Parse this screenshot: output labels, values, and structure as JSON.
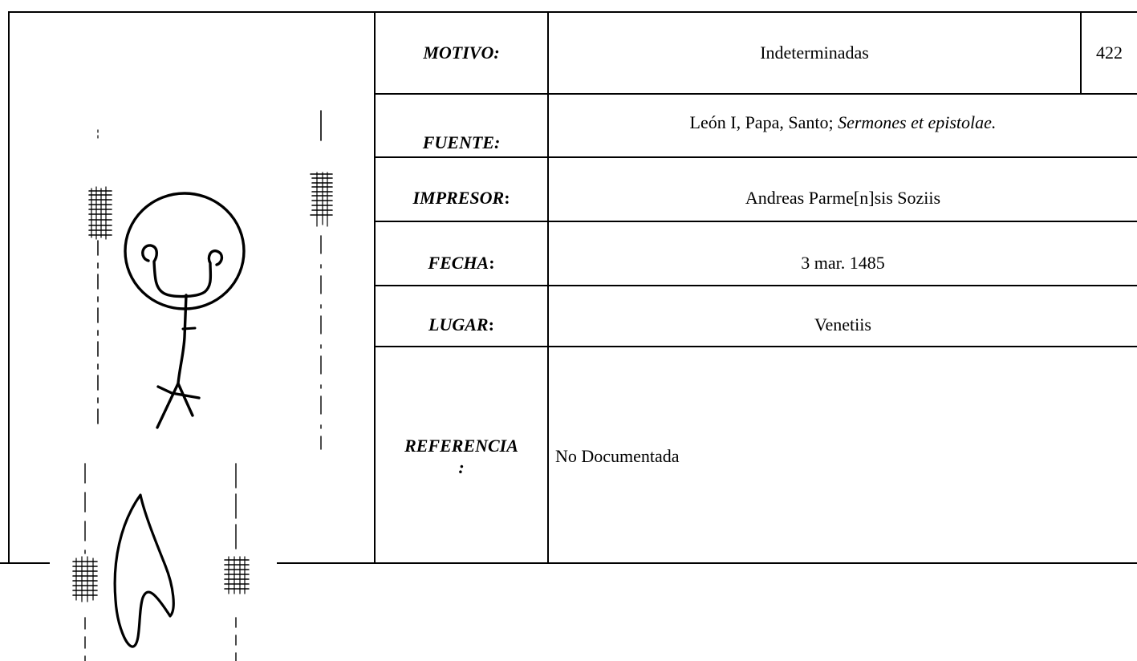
{
  "catalog_number": "422",
  "rows": [
    {
      "label": "MOTIVO",
      "colon": ":",
      "value": "Indeterminadas"
    },
    {
      "label": "FUENTE",
      "colon": ":",
      "value_plain": "León I, Papa, Santo; ",
      "value_italic": "Sermones et epistolae."
    },
    {
      "label": "IMPRESOR",
      "colon": ":",
      "value": "Andreas Parme[n]sis Soziis"
    },
    {
      "label": "FECHA",
      "colon": ":",
      "value": "3 mar. 1485"
    },
    {
      "label": "LUGAR",
      "colon": ":",
      "value": "Venetiis"
    },
    {
      "label_line1": "REFERENCIA",
      "label_line2": ":",
      "value": "No Documentada"
    }
  ],
  "watermark_icon": "watermark-tracing-circle-cross-icon",
  "watermark2_icon": "watermark-tracing-fragment-icon"
}
